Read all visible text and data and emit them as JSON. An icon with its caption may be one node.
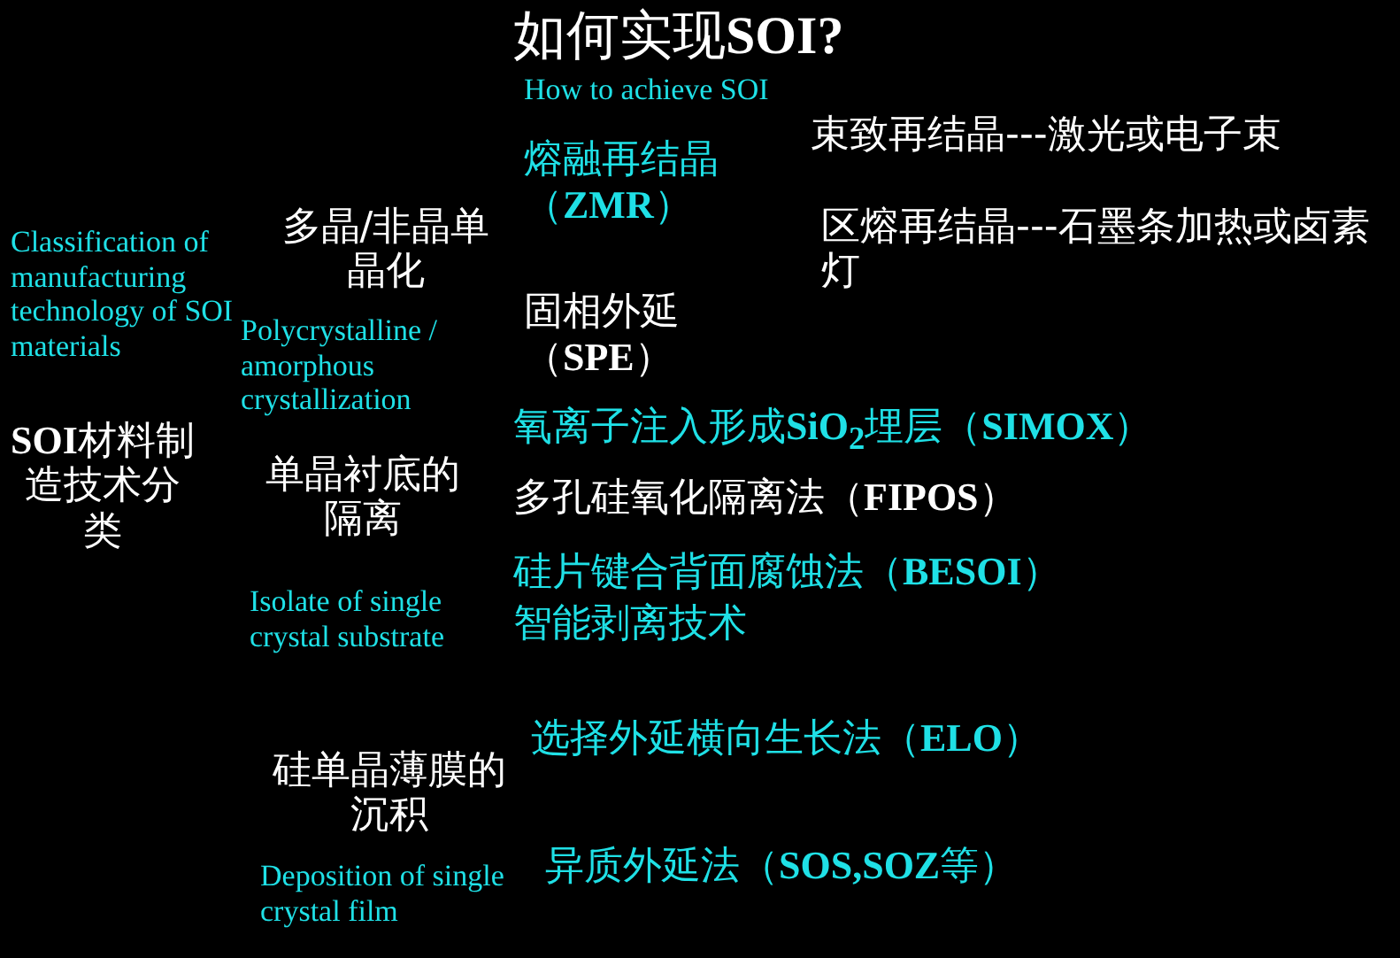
{
  "diagram": {
    "title": "如何实现**SOI?**",
    "labels": [
      "How to achieve SOI",
      "熔融再结晶（**ZMR**）",
      "束致再结晶---激光或电子束",
      "区熔再结晶---石墨条加热或卤素灯",
      "Classification of manufacturing technology of SOI materials",
      "多晶/非晶单晶化",
      "Polycrystalline / amorphous crystallization",
      "固相外延（**SPE**）",
      "**SOI**材料制造技术分类",
      "氧离子注入形成**SiO$_{2}$**埋层（**SIMOX**）",
      "单晶衬底的隔离",
      "多孔硅氧化隔离法（**FIPOS**）",
      "硅片键合背面腐蚀法（**BESOI**）",
      "Isolate of single crystal substrate",
      "智能剥离技术",
      "选择外延横向生长法（**ELO**）",
      "硅单晶薄膜的沉积",
      "Deposition of single crystal film",
      "异质外延法（**SOS,SOZ**等）"
    ]
  }
}
